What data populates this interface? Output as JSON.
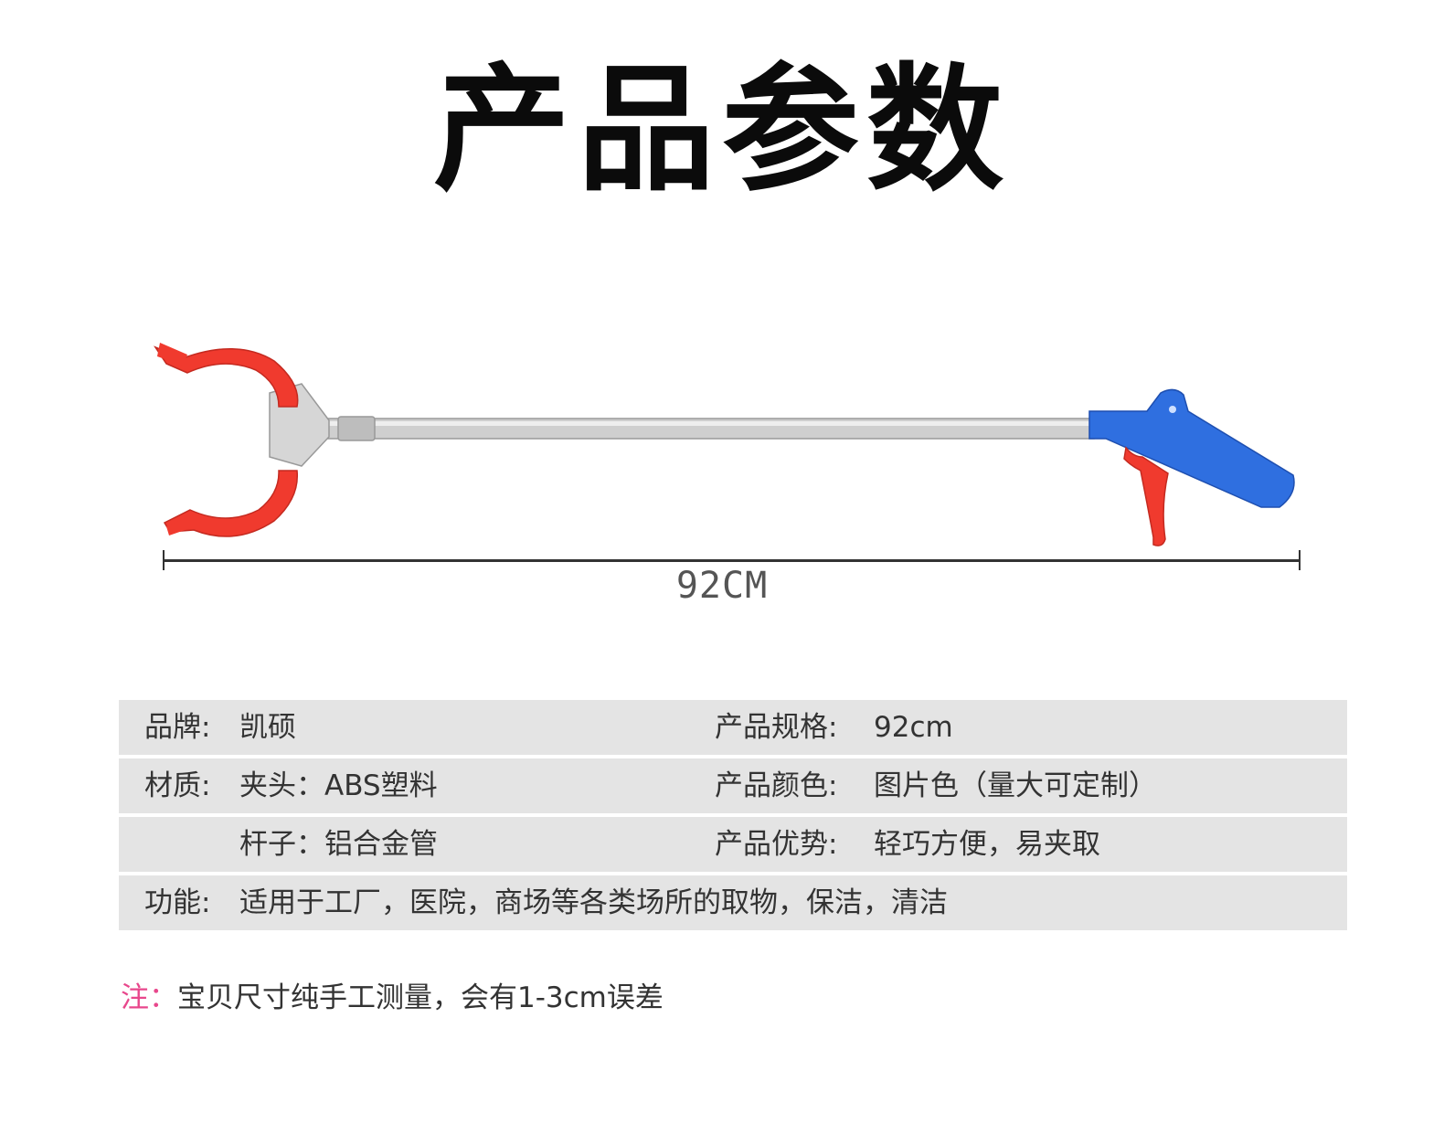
{
  "title": "产品参数",
  "product": {
    "length_label": "92CM",
    "colors": {
      "jaw": "#f03a2e",
      "pole": "#c8c8c8",
      "handle": "#2f6fe0",
      "trigger": "#f03a2e"
    }
  },
  "specs": {
    "rows": [
      {
        "label": "品牌:",
        "value": "凯硕",
        "label2": "产品规格:",
        "value2": "92cm"
      },
      {
        "label": "材质:",
        "value": "夹头：ABS塑料",
        "label2": "产品颜色:",
        "value2": "图片色（量大可定制）"
      },
      {
        "label": "",
        "value": "杆子：铝合金管",
        "label2": "产品优势:",
        "value2": "轻巧方便，易夹取"
      },
      {
        "label": "功能:",
        "value": "适用于工厂，医院，商场等各类场所的取物，保洁，清洁",
        "label2": "",
        "value2": ""
      }
    ]
  },
  "note": {
    "label": "注：",
    "text": "宝贝尺寸纯手工测量，会有1-3cm误差",
    "label_color": "#e8478c"
  }
}
